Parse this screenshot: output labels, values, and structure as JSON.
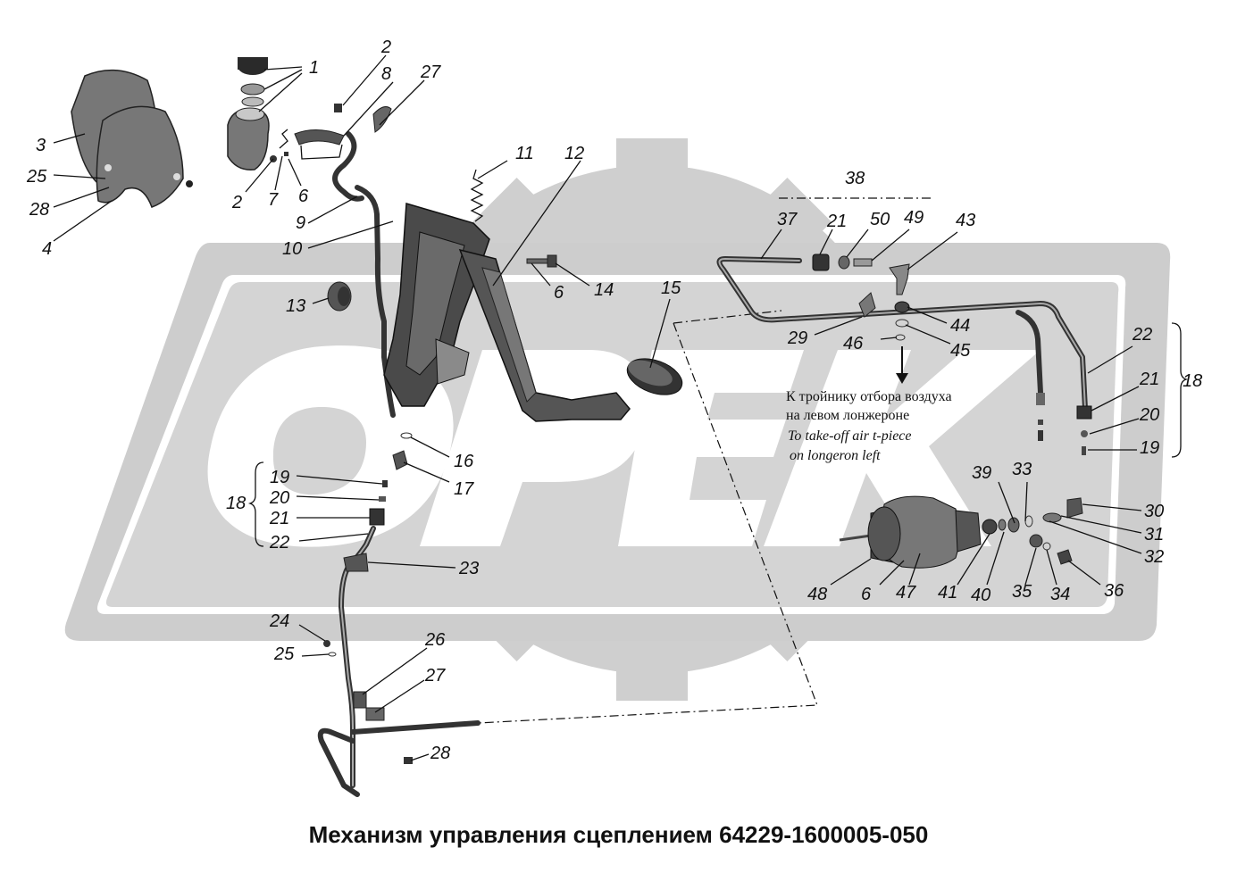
{
  "caption": "Механизм управления сцеплением 64229-1600005-050",
  "note": {
    "ru_line1": "К тройнику отбора воздуха",
    "ru_line2": "на левом лонжероне",
    "en_line1": "To  take-off air t-piece",
    "en_line2": "on longeron left"
  },
  "callouts": [
    {
      "id": "c1",
      "text": "1"
    },
    {
      "id": "c2a",
      "text": "2"
    },
    {
      "id": "c2b",
      "text": "2"
    },
    {
      "id": "c3",
      "text": "3"
    },
    {
      "id": "c4",
      "text": "4"
    },
    {
      "id": "c6a",
      "text": "6"
    },
    {
      "id": "c6b",
      "text": "6"
    },
    {
      "id": "c6c",
      "text": "6"
    },
    {
      "id": "c7",
      "text": "7"
    },
    {
      "id": "c8",
      "text": "8"
    },
    {
      "id": "c9",
      "text": "9"
    },
    {
      "id": "c10",
      "text": "10"
    },
    {
      "id": "c11",
      "text": "11"
    },
    {
      "id": "c12",
      "text": "12"
    },
    {
      "id": "c13",
      "text": "13"
    },
    {
      "id": "c14",
      "text": "14"
    },
    {
      "id": "c15",
      "text": "15"
    },
    {
      "id": "c16",
      "text": "16"
    },
    {
      "id": "c17",
      "text": "17"
    },
    {
      "id": "c18a",
      "text": "18"
    },
    {
      "id": "c18b",
      "text": "18"
    },
    {
      "id": "c19a",
      "text": "19"
    },
    {
      "id": "c19b",
      "text": "19"
    },
    {
      "id": "c20a",
      "text": "20"
    },
    {
      "id": "c20b",
      "text": "20"
    },
    {
      "id": "c21a",
      "text": "21"
    },
    {
      "id": "c21b",
      "text": "21"
    },
    {
      "id": "c21c",
      "text": "21"
    },
    {
      "id": "c22a",
      "text": "22"
    },
    {
      "id": "c22b",
      "text": "22"
    },
    {
      "id": "c23",
      "text": "23"
    },
    {
      "id": "c24",
      "text": "24"
    },
    {
      "id": "c25a",
      "text": "25"
    },
    {
      "id": "c25b",
      "text": "25"
    },
    {
      "id": "c26",
      "text": "26"
    },
    {
      "id": "c27a",
      "text": "27"
    },
    {
      "id": "c27b",
      "text": "27"
    },
    {
      "id": "c28a",
      "text": "28"
    },
    {
      "id": "c28b",
      "text": "28"
    },
    {
      "id": "c29",
      "text": "29"
    },
    {
      "id": "c30",
      "text": "30"
    },
    {
      "id": "c31",
      "text": "31"
    },
    {
      "id": "c32",
      "text": "32"
    },
    {
      "id": "c33",
      "text": "33"
    },
    {
      "id": "c34",
      "text": "34"
    },
    {
      "id": "c35",
      "text": "35"
    },
    {
      "id": "c36",
      "text": "36"
    },
    {
      "id": "c37",
      "text": "37"
    },
    {
      "id": "c38",
      "text": "38"
    },
    {
      "id": "c39",
      "text": "39"
    },
    {
      "id": "c40",
      "text": "40"
    },
    {
      "id": "c41",
      "text": "41"
    },
    {
      "id": "c43",
      "text": "43"
    },
    {
      "id": "c44",
      "text": "44"
    },
    {
      "id": "c45",
      "text": "45"
    },
    {
      "id": "c46",
      "text": "46"
    },
    {
      "id": "c47",
      "text": "47"
    },
    {
      "id": "c48",
      "text": "48"
    },
    {
      "id": "c49",
      "text": "49"
    },
    {
      "id": "c50",
      "text": "50"
    }
  ]
}
